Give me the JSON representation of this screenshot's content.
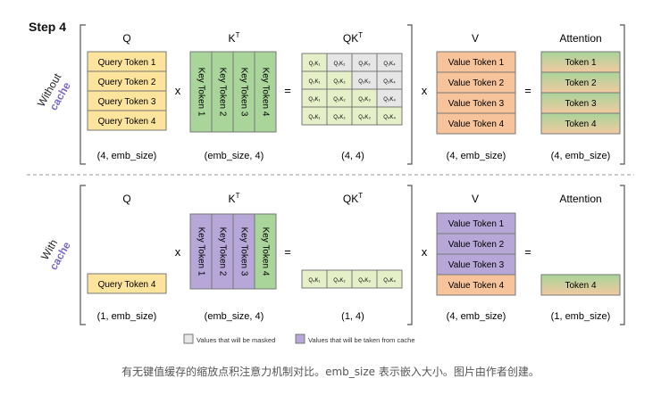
{
  "step_title": "Step 4",
  "colors": {
    "query": "#fde49c",
    "key": "#a9d49a",
    "value": "#f7c39a",
    "cached": "#b6a7d8",
    "qk_light": "#e6f0c8",
    "qk_gray": "#e6e6e6",
    "accent_cache": "#7b68c8",
    "border": "#777777"
  },
  "without": {
    "label_line1": "Without",
    "label_line2": "cache",
    "q_title": "Q",
    "k_title": "K",
    "k_sup": "T",
    "qk_title": "QK",
    "qk_sup": "T",
    "v_title": "V",
    "attn_title": "Attention",
    "queries": [
      "Query Token 1",
      "Query Token 2",
      "Query Token 3",
      "Query Token 4"
    ],
    "keys": [
      "Key Token 1",
      "Key Token 2",
      "Key Token 3",
      "Key Token 4"
    ],
    "values": [
      "Value Token 1",
      "Value Token 2",
      "Value Token 3",
      "Value Token 4"
    ],
    "attention": [
      "Token 1",
      "Token 2",
      "Token 3",
      "Token 4"
    ],
    "qk_cells": [
      [
        "Q₁K₁",
        "Q₁K₂",
        "Q₁K₃",
        "Q₁K₄"
      ],
      [
        "Q₂K₁",
        "Q₂K₂",
        "Q₂K₃",
        "Q₂K₄"
      ],
      [
        "Q₃K₁",
        "Q₃K₂",
        "Q₃K₃",
        "Q₃K₄"
      ],
      [
        "Q₄K₁",
        "Q₄K₂",
        "Q₄K₃",
        "Q₄K₄"
      ]
    ],
    "dims": {
      "q": "(4, emb_size)",
      "k": "(emb_size, 4)",
      "qk": "(4, 4)",
      "v": "(4, emb_size)",
      "attn": "(4, emb_size)"
    }
  },
  "with": {
    "label_line1": "With",
    "label_line2": "cache",
    "q_title": "Q",
    "k_title": "K",
    "k_sup": "T",
    "qk_title": "QK",
    "qk_sup": "T",
    "v_title": "V",
    "attn_title": "Attention",
    "query": "Query Token 4",
    "keys": [
      "Key Token 1",
      "Key Token 2",
      "Key Token 3",
      "Key Token 4"
    ],
    "values": [
      "Value Token 1",
      "Value Token 2",
      "Value Token 3",
      "Value Token 4"
    ],
    "attention": "Token 4",
    "qk_cells": [
      "Q₄K₁",
      "Q₄K₂",
      "Q₄K₃",
      "Q₄K₄"
    ],
    "dims": {
      "q": "(1, emb_size)",
      "k": "(emb_size, 4)",
      "qk": "(1, 4)",
      "v": "(4, emb_size)",
      "attn": "(1, emb_size)"
    }
  },
  "ops": {
    "times": "x",
    "equals": "="
  },
  "legend": {
    "masked": "Values that will be masked",
    "cached": "Values that will be taken from cache"
  },
  "caption": "有无键值缓存的缩放点积注意力机制对比。emb_size 表示嵌入大小。图片由作者创建。"
}
